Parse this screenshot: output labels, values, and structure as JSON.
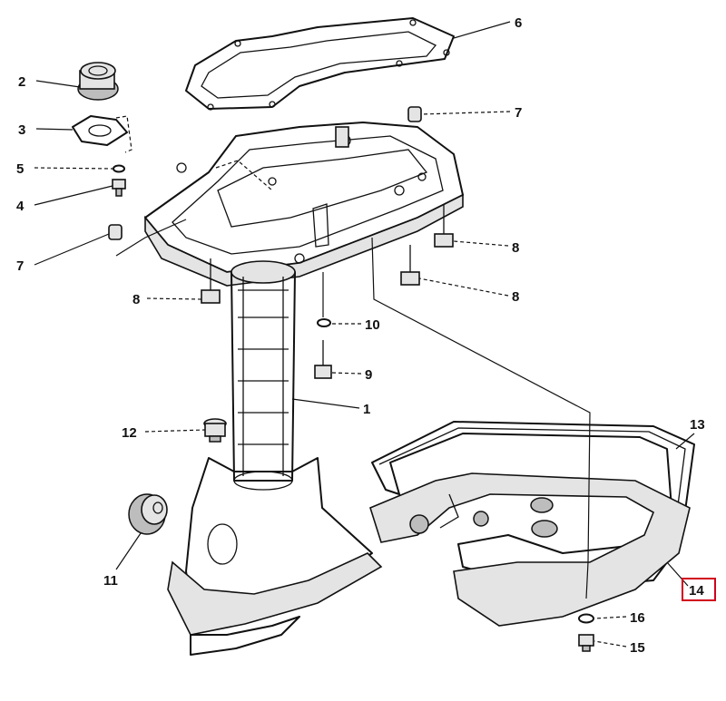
{
  "labels": {
    "l1": "1",
    "l2": "2",
    "l3": "3",
    "l4": "4",
    "l5": "5",
    "l6": "6",
    "l7a": "7",
    "l7b": "7",
    "l8a": "8",
    "l8b": "8",
    "l8c": "8",
    "l9": "9",
    "l10": "10",
    "l11": "11",
    "l12": "12",
    "l13": "13",
    "l14": "14",
    "l15": "15",
    "l16": "16"
  },
  "colors": {
    "highlight": "#d0021b",
    "line": "#111111",
    "background": "#ffffff"
  },
  "highlighted_part": "14"
}
